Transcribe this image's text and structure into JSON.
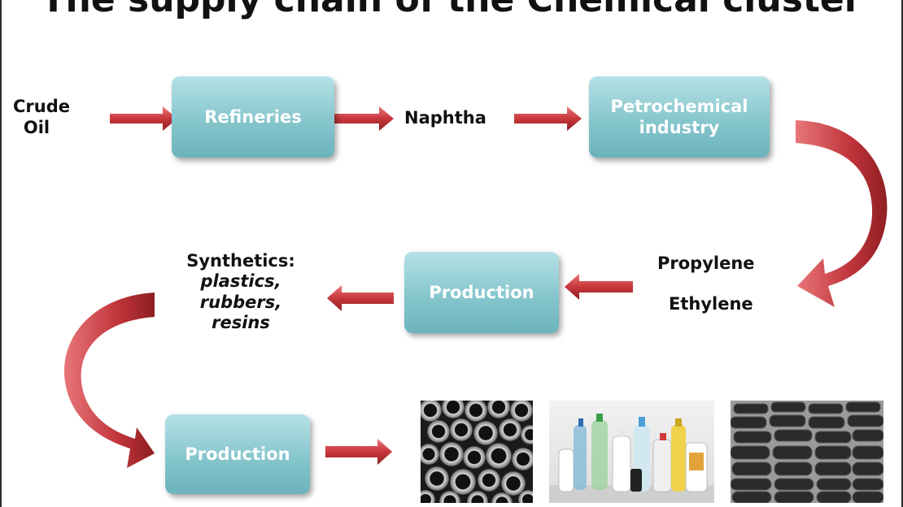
{
  "title": "The supply chain of the Chemical cluster",
  "nodes": {
    "crude_oil": [
      "Crude",
      "Oil"
    ],
    "refineries": "Refineries",
    "naphtha": "Naphtha",
    "petrochemical": [
      "Petrochemical",
      "industry"
    ],
    "propylene": "Propylene",
    "ethylene": "Ethylene",
    "production_1": "Production",
    "synthetics": {
      "heading": "Synthetics:",
      "items": [
        "plastics,",
        "rubbers,",
        "resins"
      ]
    },
    "production_2": "Production"
  },
  "images": [
    "pipes-photo",
    "plastic-bottles-photo",
    "tires-photo"
  ],
  "colors": {
    "box": "#86c6cd",
    "arrow": "#c8373b",
    "text": "#111111"
  }
}
